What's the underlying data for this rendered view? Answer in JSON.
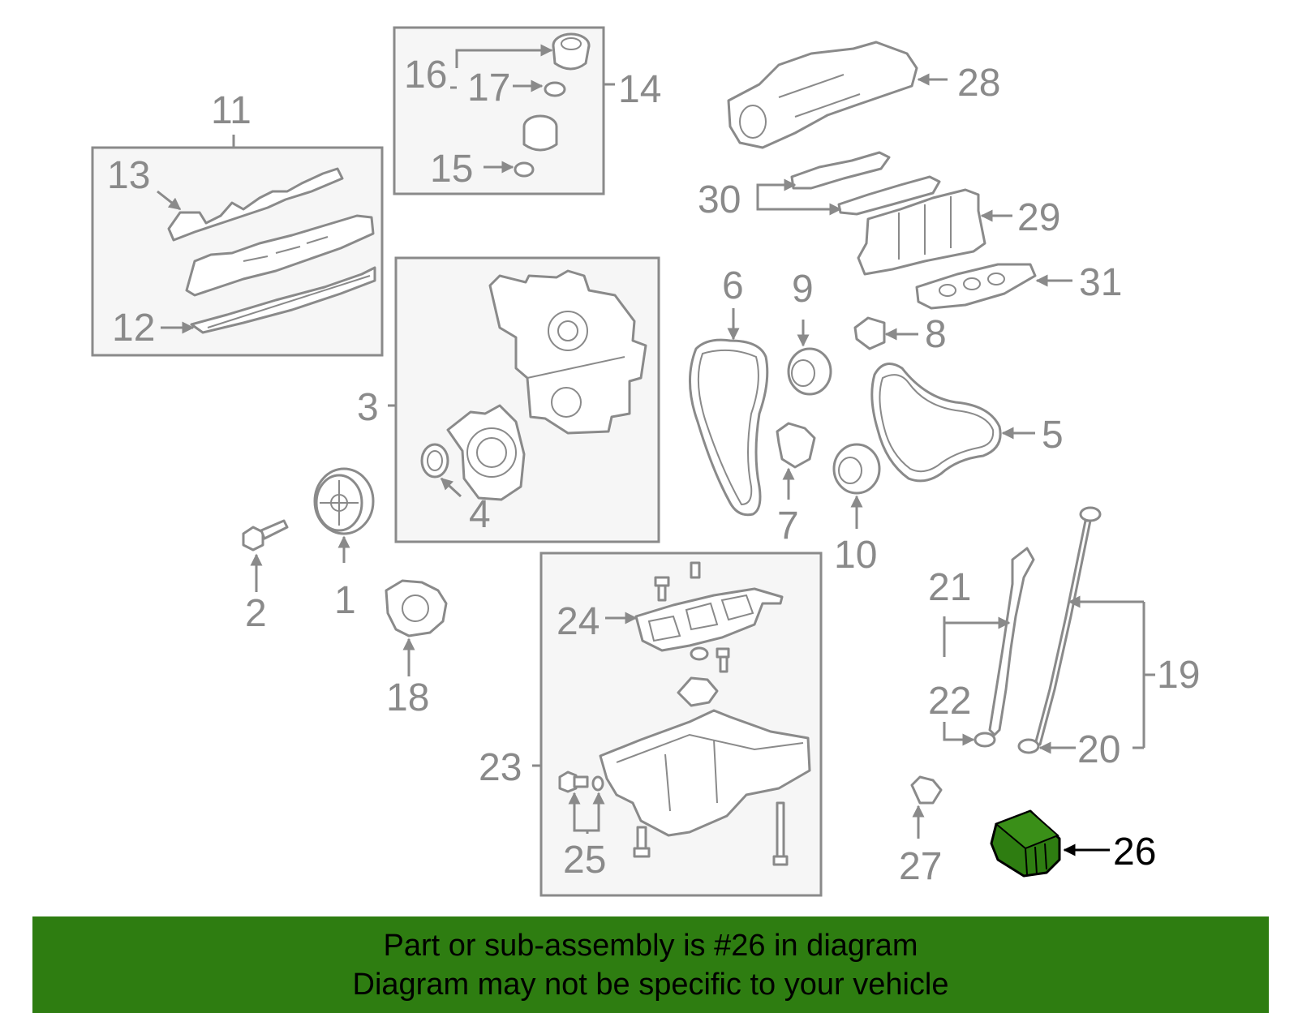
{
  "callouts": {
    "c1": "1",
    "c2": "2",
    "c3": "3",
    "c4": "4",
    "c5": "5",
    "c6": "6",
    "c7": "7",
    "c8": "8",
    "c9": "9",
    "c10": "10",
    "c11": "11",
    "c12": "12",
    "c13": "13",
    "c14": "14",
    "c15": "15",
    "c16": "16",
    "c17": "17",
    "c18": "18",
    "c19": "19",
    "c20": "20",
    "c21": "21",
    "c22": "22",
    "c23": "23",
    "c24": "24",
    "c25": "25",
    "c26": "26",
    "c27": "27",
    "c28": "28",
    "c29": "29",
    "c30": "30",
    "c31": "31"
  },
  "highlight": {
    "part_number": "26",
    "color": "#2e7d11"
  },
  "colors": {
    "line": "#8a8a8a",
    "box_fill": "#f6f6f6",
    "banner": "#2e7d11"
  },
  "banner": {
    "line1": "Part or sub-assembly is #26 in diagram",
    "line2": "Diagram may not be specific to your vehicle"
  }
}
